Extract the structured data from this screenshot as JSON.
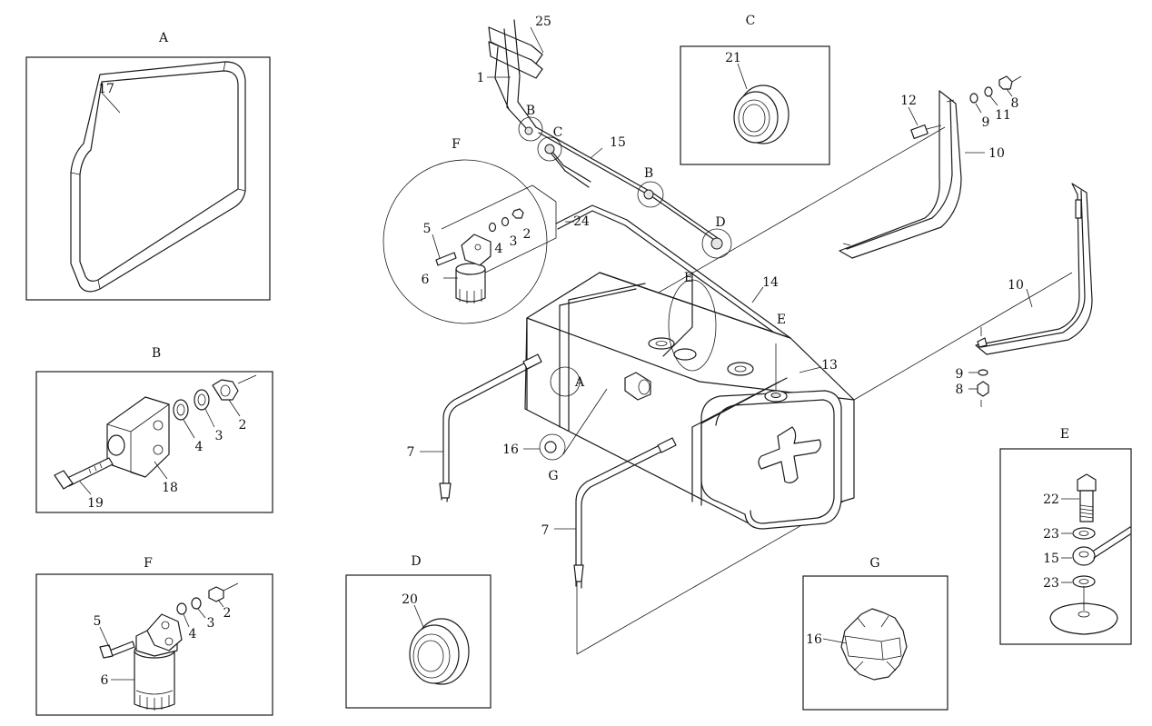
{
  "panel_titles": {
    "A": "A",
    "B": "B",
    "C": "C",
    "D": "D",
    "E": "E",
    "F": "F",
    "G": "G"
  },
  "detail_markers": {
    "B1": "B",
    "C1": "C",
    "B2": "B",
    "D1": "D",
    "E1": "E",
    "A1": "A",
    "G1": "G",
    "F1": "F",
    "E2": "E"
  },
  "callouts": {
    "p25": "25",
    "p1": "1",
    "p15": "15",
    "p24": "24",
    "p14": "14",
    "p13": "13",
    "p12": "12",
    "p9": "9",
    "p11": "11",
    "p8": "8",
    "p10a": "10",
    "p10b": "10",
    "p9b": "9",
    "p8b": "8",
    "p7a": "7",
    "p7b": "7",
    "p16": "16",
    "A17": "17",
    "B2": "2",
    "B3": "3",
    "B4": "4",
    "B18": "18",
    "B19": "19",
    "C21": "21",
    "D20": "20",
    "Fc5": "5",
    "Fc4": "4",
    "Fc3": "3",
    "Fc2": "2",
    "Fc6": "6",
    "F5": "5",
    "F4": "4",
    "F3": "3",
    "F2": "2",
    "F6": "6",
    "G16": "16",
    "E22": "22",
    "E23a": "23",
    "E15": "15",
    "E23b": "23"
  }
}
